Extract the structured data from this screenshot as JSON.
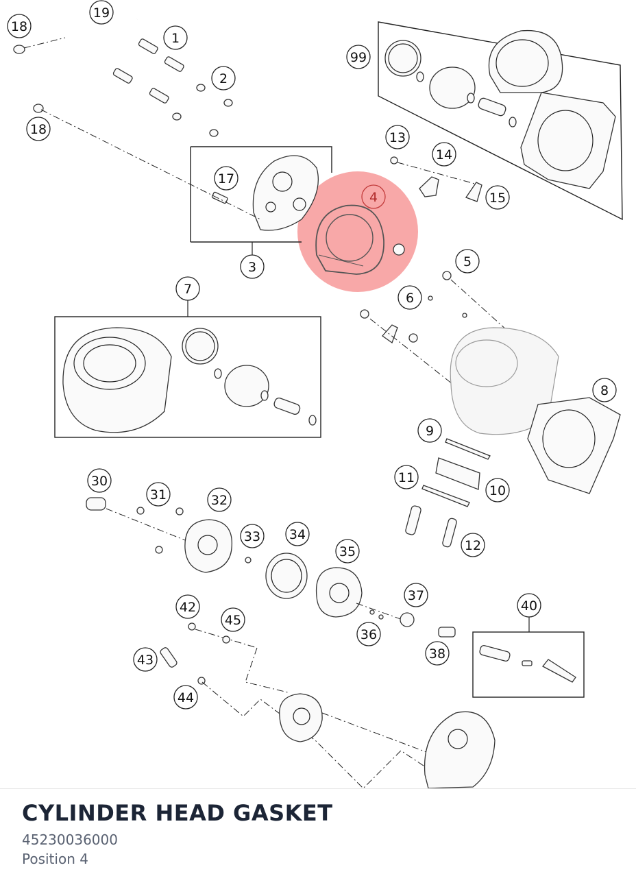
{
  "part": {
    "name": "CYLINDER HEAD GASKET",
    "number": "45230036000",
    "position": "Position 4"
  },
  "highlight": {
    "label": "4",
    "color": "#f26060"
  },
  "callouts": [
    "1",
    "2",
    "3",
    "4",
    "5",
    "6",
    "7",
    "8",
    "9",
    "10",
    "11",
    "12",
    "13",
    "14",
    "15",
    "17",
    "18",
    "18",
    "19",
    "30",
    "31",
    "32",
    "33",
    "34",
    "35",
    "36",
    "37",
    "38",
    "40",
    "42",
    "43",
    "44",
    "45",
    "99"
  ]
}
